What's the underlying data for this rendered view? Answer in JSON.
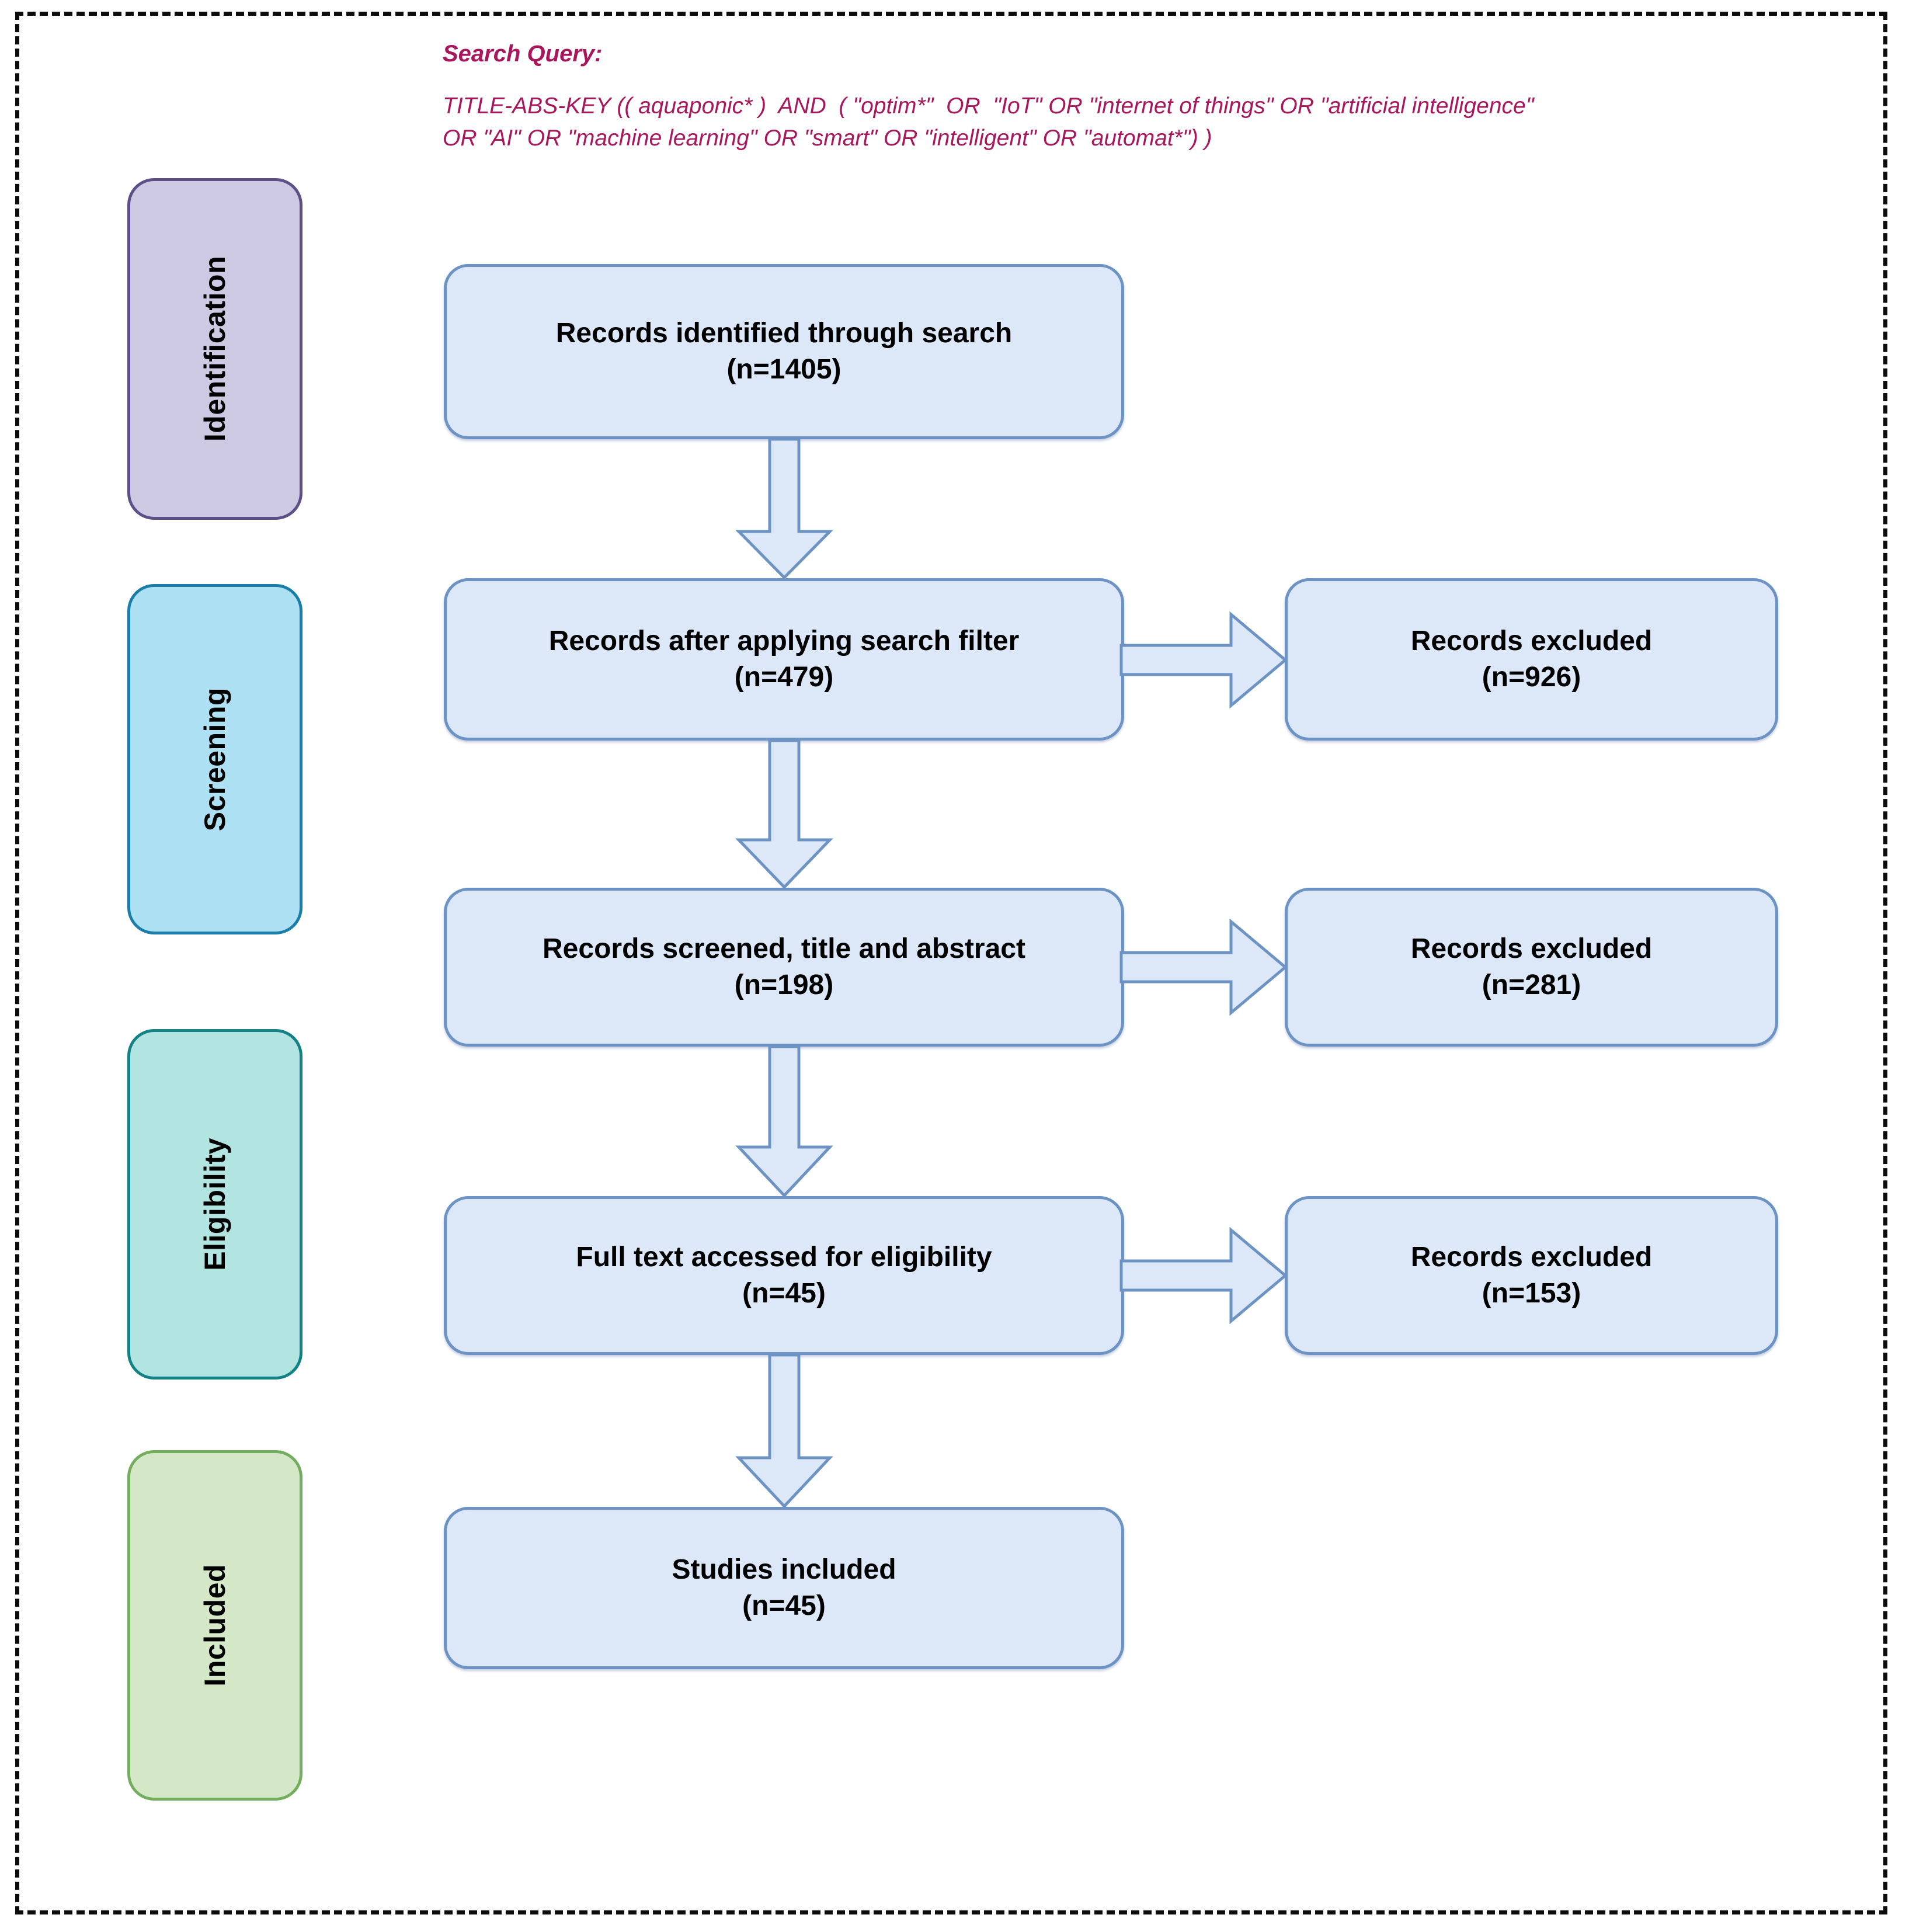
{
  "diagram": {
    "title": "PRISMA flow diagram",
    "colors": {
      "box_fill": "#dce8f8",
      "box_border": "#6d93c5",
      "query_text": "#a8175c",
      "stage_identification_fill": "#cdc9e3",
      "stage_identification_border": "#5d5087",
      "stage_screening_fill": "#ace0f2",
      "stage_screening_border": "#1a7ea8",
      "stage_eligibility_fill": "#b2e4e1",
      "stage_eligibility_border": "#128285",
      "stage_included_fill": "#d4e8c8",
      "stage_included_border": "#74ad5d",
      "frame_border": "#0c0c0c"
    }
  },
  "search_query": {
    "title": "Search Query:",
    "body": "TITLE-ABS-KEY (( aquaponic* )  AND  ( \"optim*\"  OR  \"IoT\" OR \"internet of things\" OR \"artificial intelligence\"\nOR \"AI\" OR \"machine learning\" OR \"smart\" OR \"intelligent\" OR \"automat*\") )"
  },
  "stages": [
    {
      "id": "identification",
      "label": "Identification"
    },
    {
      "id": "screening",
      "label": "Screening"
    },
    {
      "id": "eligibility",
      "label": "Eligibility"
    },
    {
      "id": "included",
      "label": "Included"
    }
  ],
  "flow": {
    "main": [
      {
        "id": "identified",
        "line1": "Records identified through search",
        "line2": "(n=1405)"
      },
      {
        "id": "filtered",
        "line1": "Records after applying search filter",
        "line2": "(n=479)"
      },
      {
        "id": "screened",
        "line1": "Records screened, title and abstract",
        "line2": "(n=198)"
      },
      {
        "id": "fulltext",
        "line1": "Full text accessed for eligibility",
        "line2": "(n=45)"
      },
      {
        "id": "included",
        "line1": "Studies included",
        "line2": "(n=45)"
      }
    ],
    "excluded": [
      {
        "id": "excluded-filter",
        "line1": "Records excluded",
        "line2": "(n=926)"
      },
      {
        "id": "excluded-screen",
        "line1": "Records excluded",
        "line2": "(n=281)"
      },
      {
        "id": "excluded-fulltext",
        "line1": "Records excluded",
        "line2": "(n=153)"
      }
    ]
  },
  "chart_data": {
    "type": "diagram",
    "title": "PRISMA study selection flow",
    "stages": [
      "Identification",
      "Screening",
      "Eligibility",
      "Included"
    ],
    "nodes": [
      {
        "label": "Records identified through search",
        "n": 1405,
        "stage": "Identification"
      },
      {
        "label": "Records after applying search filter",
        "n": 479,
        "stage": "Screening"
      },
      {
        "label": "Records excluded",
        "n": 926,
        "stage": "Screening"
      },
      {
        "label": "Records screened, title and abstract",
        "n": 198,
        "stage": "Screening"
      },
      {
        "label": "Records excluded",
        "n": 281,
        "stage": "Screening"
      },
      {
        "label": "Full text accessed for eligibility",
        "n": 45,
        "stage": "Eligibility"
      },
      {
        "label": "Records excluded",
        "n": 153,
        "stage": "Eligibility"
      },
      {
        "label": "Studies included",
        "n": 45,
        "stage": "Included"
      }
    ]
  }
}
